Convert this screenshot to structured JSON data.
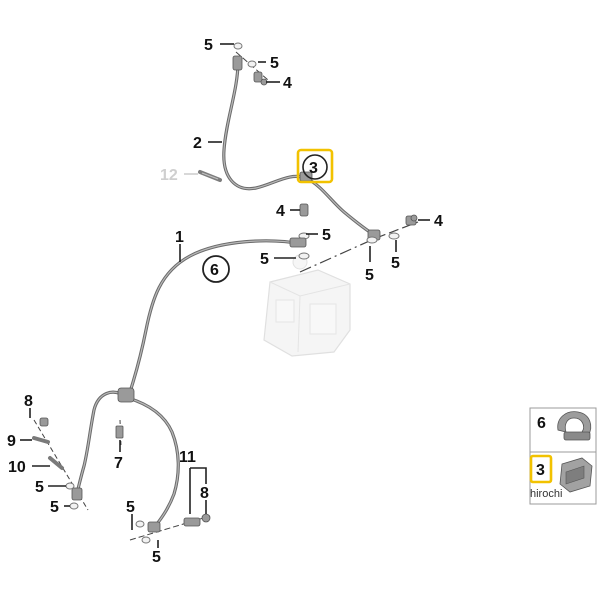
{
  "diagram": {
    "part_labels": {
      "top_5_a": "5",
      "top_5_b": "5",
      "top_4": "4",
      "label_2": "2",
      "label_3": "3",
      "label_12": "12",
      "mid_4_left": "4",
      "mid_5_a": "5",
      "mid_4_right": "4",
      "label_1": "1",
      "label_6": "6",
      "mid_5_b": "5",
      "mid_5_c": "5",
      "mid_5_d": "5",
      "label_8_left": "8",
      "label_9": "9",
      "label_10": "10",
      "left_5_a": "5",
      "left_5_b": "5",
      "label_7": "7",
      "label_11": "11",
      "label_8_right": "8",
      "bottom_5_a": "5",
      "bottom_5_b": "5"
    },
    "legend": {
      "item_6": "6",
      "item_3": "3",
      "watermark": "hirochi"
    },
    "colors": {
      "highlight": "#f2c200",
      "faded_label": "#cfcfcf",
      "hose": "#6b6b6b"
    }
  }
}
